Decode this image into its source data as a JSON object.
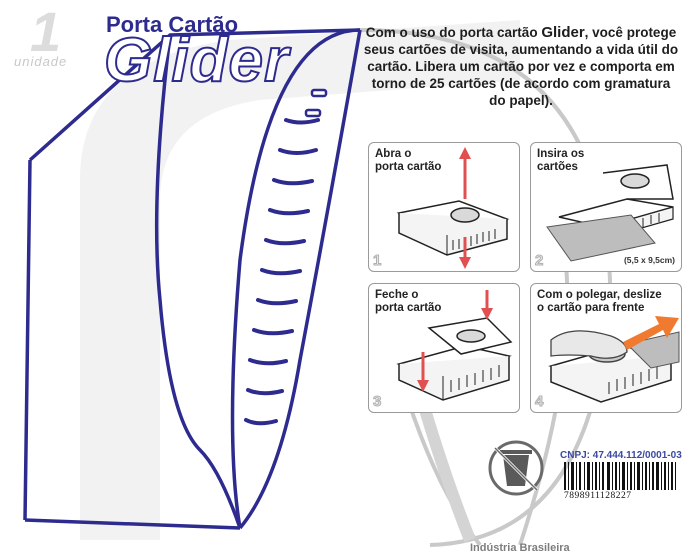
{
  "quantity": {
    "number": "1",
    "unit": "unidade"
  },
  "product": {
    "title": "Porta Cartão",
    "brand": "Glider"
  },
  "description": {
    "intro": "Com o uso do porta cartão ",
    "brand": "Glider",
    "rest": ", você protege seus cartões de visita, aumentando a vida útil do cartão. Libera um cartão por vez e comporta em torno de 25 cartões (de acordo com gramatura do papel)."
  },
  "steps": [
    {
      "number": "1",
      "label_line1": "Abra o",
      "label_line2": "porta cartão"
    },
    {
      "number": "2",
      "label_line1": "Insira os",
      "label_line2": "cartões",
      "note": "(5,5 x 9,5cm)"
    },
    {
      "number": "3",
      "label_line1": "Feche o",
      "label_line2": "porta cartão"
    },
    {
      "number": "4",
      "label_line1": "Com o polegar, deslize",
      "label_line2": "o cartão para frente"
    }
  ],
  "cnpj": "CNPJ: 47.444.112/0001-03",
  "barcode": "7898911128227",
  "footer": "Indústria Brasileira",
  "colors": {
    "brand_blue": "#2e2b8f",
    "arrow_red": "#e05050",
    "arrow_orange": "#f07a30"
  },
  "icons": {
    "recycle": "recycle-bin-icon"
  }
}
